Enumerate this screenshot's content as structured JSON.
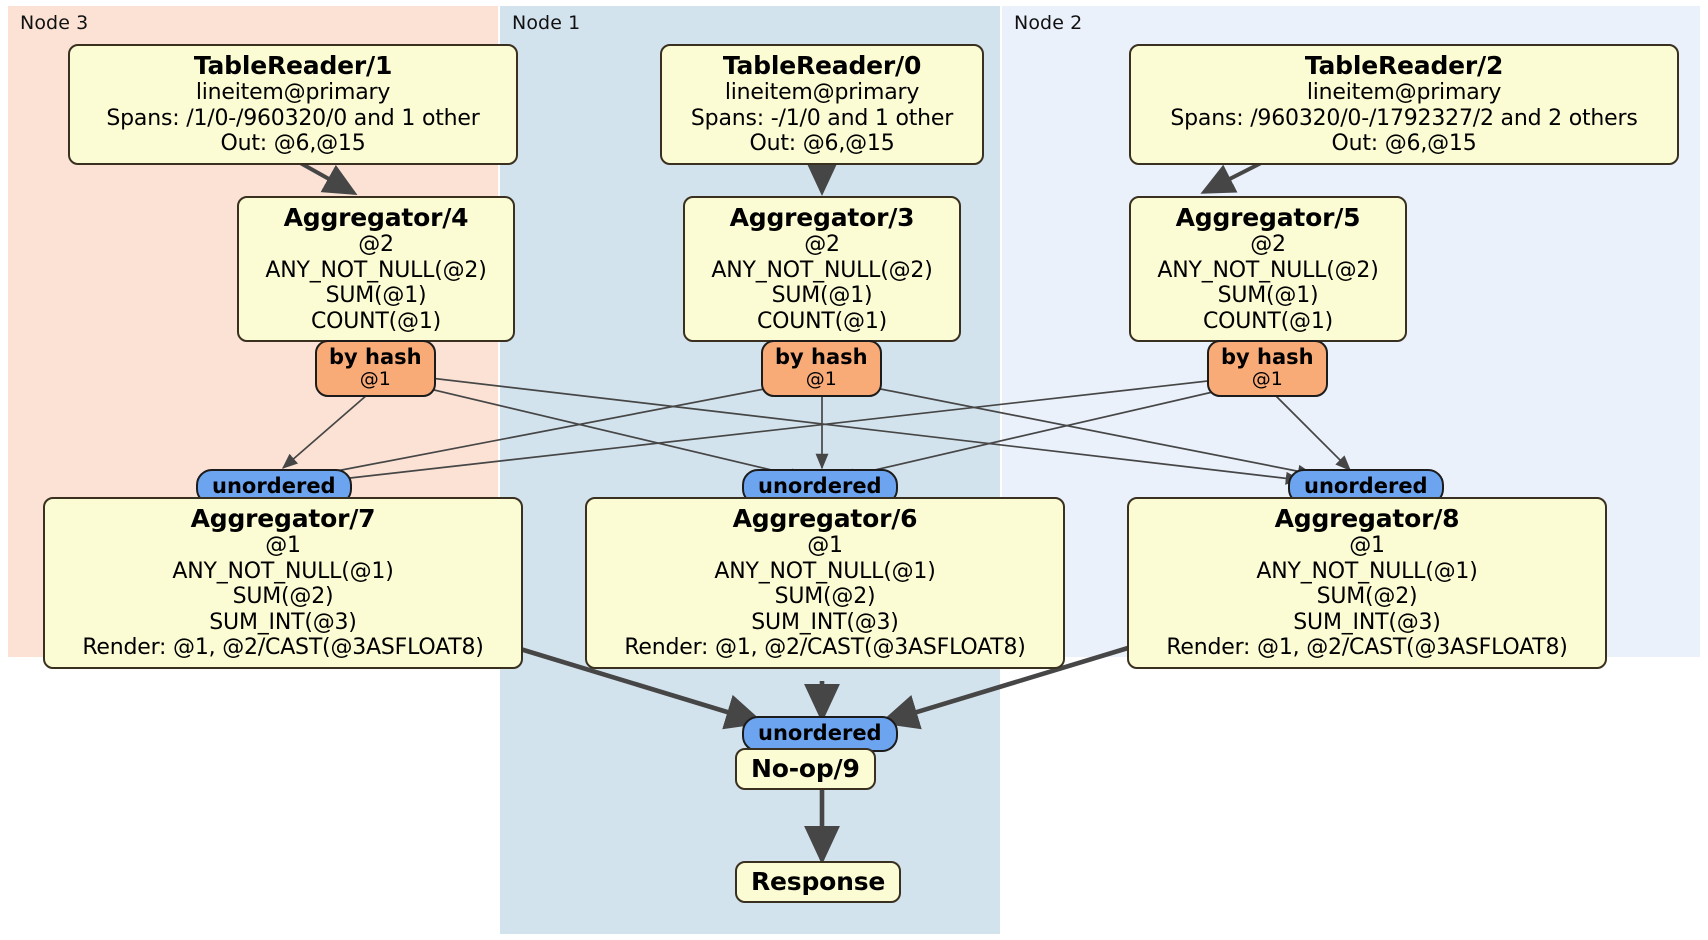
{
  "diagram": {
    "type": "distributed-query-plan",
    "nodes": [
      {
        "id": "node3",
        "label": "Node 3",
        "color": "#fbe2d5"
      },
      {
        "id": "node1",
        "label": "Node 1",
        "color": "#d3e3ed"
      },
      {
        "id": "node2",
        "label": "Node 2",
        "color": "#eaf1fb"
      }
    ],
    "processors": {
      "tablereader1": {
        "title": "TableReader/1",
        "lines": [
          "lineitem@primary",
          "Spans: /1/0-/960320/0 and 1 other",
          "Out: @6,@15"
        ]
      },
      "tablereader0": {
        "title": "TableReader/0",
        "lines": [
          "lineitem@primary",
          "Spans: -/1/0 and 1 other",
          "Out: @6,@15"
        ]
      },
      "tablereader2": {
        "title": "TableReader/2",
        "lines": [
          "lineitem@primary",
          "Spans: /960320/0-/1792327/2 and 2 others",
          "Out: @6,@15"
        ]
      },
      "aggregator4": {
        "title": "Aggregator/4",
        "lines": [
          "@2",
          "ANY_NOT_NULL(@2)",
          "SUM(@1)",
          "COUNT(@1)"
        ]
      },
      "aggregator3": {
        "title": "Aggregator/3",
        "lines": [
          "@2",
          "ANY_NOT_NULL(@2)",
          "SUM(@1)",
          "COUNT(@1)"
        ]
      },
      "aggregator5": {
        "title": "Aggregator/5",
        "lines": [
          "@2",
          "ANY_NOT_NULL(@2)",
          "SUM(@1)",
          "COUNT(@1)"
        ]
      },
      "aggregator7": {
        "title": "Aggregator/7",
        "lines": [
          "@1",
          "ANY_NOT_NULL(@1)",
          "SUM(@2)",
          "SUM_INT(@3)",
          "Render: @1, @2/CAST(@3ASFLOAT8)"
        ]
      },
      "aggregator6": {
        "title": "Aggregator/6",
        "lines": [
          "@1",
          "ANY_NOT_NULL(@1)",
          "SUM(@2)",
          "SUM_INT(@3)",
          "Render: @1, @2/CAST(@3ASFLOAT8)"
        ]
      },
      "aggregator8": {
        "title": "Aggregator/8",
        "lines": [
          "@1",
          "ANY_NOT_NULL(@1)",
          "SUM(@2)",
          "SUM_INT(@3)",
          "Render: @1, @2/CAST(@3ASFLOAT8)"
        ]
      },
      "noop9": {
        "title": "No-op/9",
        "lines": []
      },
      "response": {
        "title": "Response",
        "lines": []
      }
    },
    "routers": {
      "hash_left": {
        "title": "by hash",
        "sub": "@1"
      },
      "hash_middle": {
        "title": "by hash",
        "sub": "@1"
      },
      "hash_right": {
        "title": "by hash",
        "sub": "@1"
      }
    },
    "synchronizers": {
      "ord_left": {
        "title": "unordered"
      },
      "ord_middle": {
        "title": "unordered"
      },
      "ord_right": {
        "title": "unordered"
      },
      "ord_final": {
        "title": "unordered"
      }
    },
    "colors": {
      "processor_fill": "#fbfbd4",
      "processor_stroke": "#3a3020",
      "hash_router_fill": "#f9ab77",
      "synchronizer_fill": "#6da4ef",
      "edge_stroke": "#464646"
    }
  }
}
